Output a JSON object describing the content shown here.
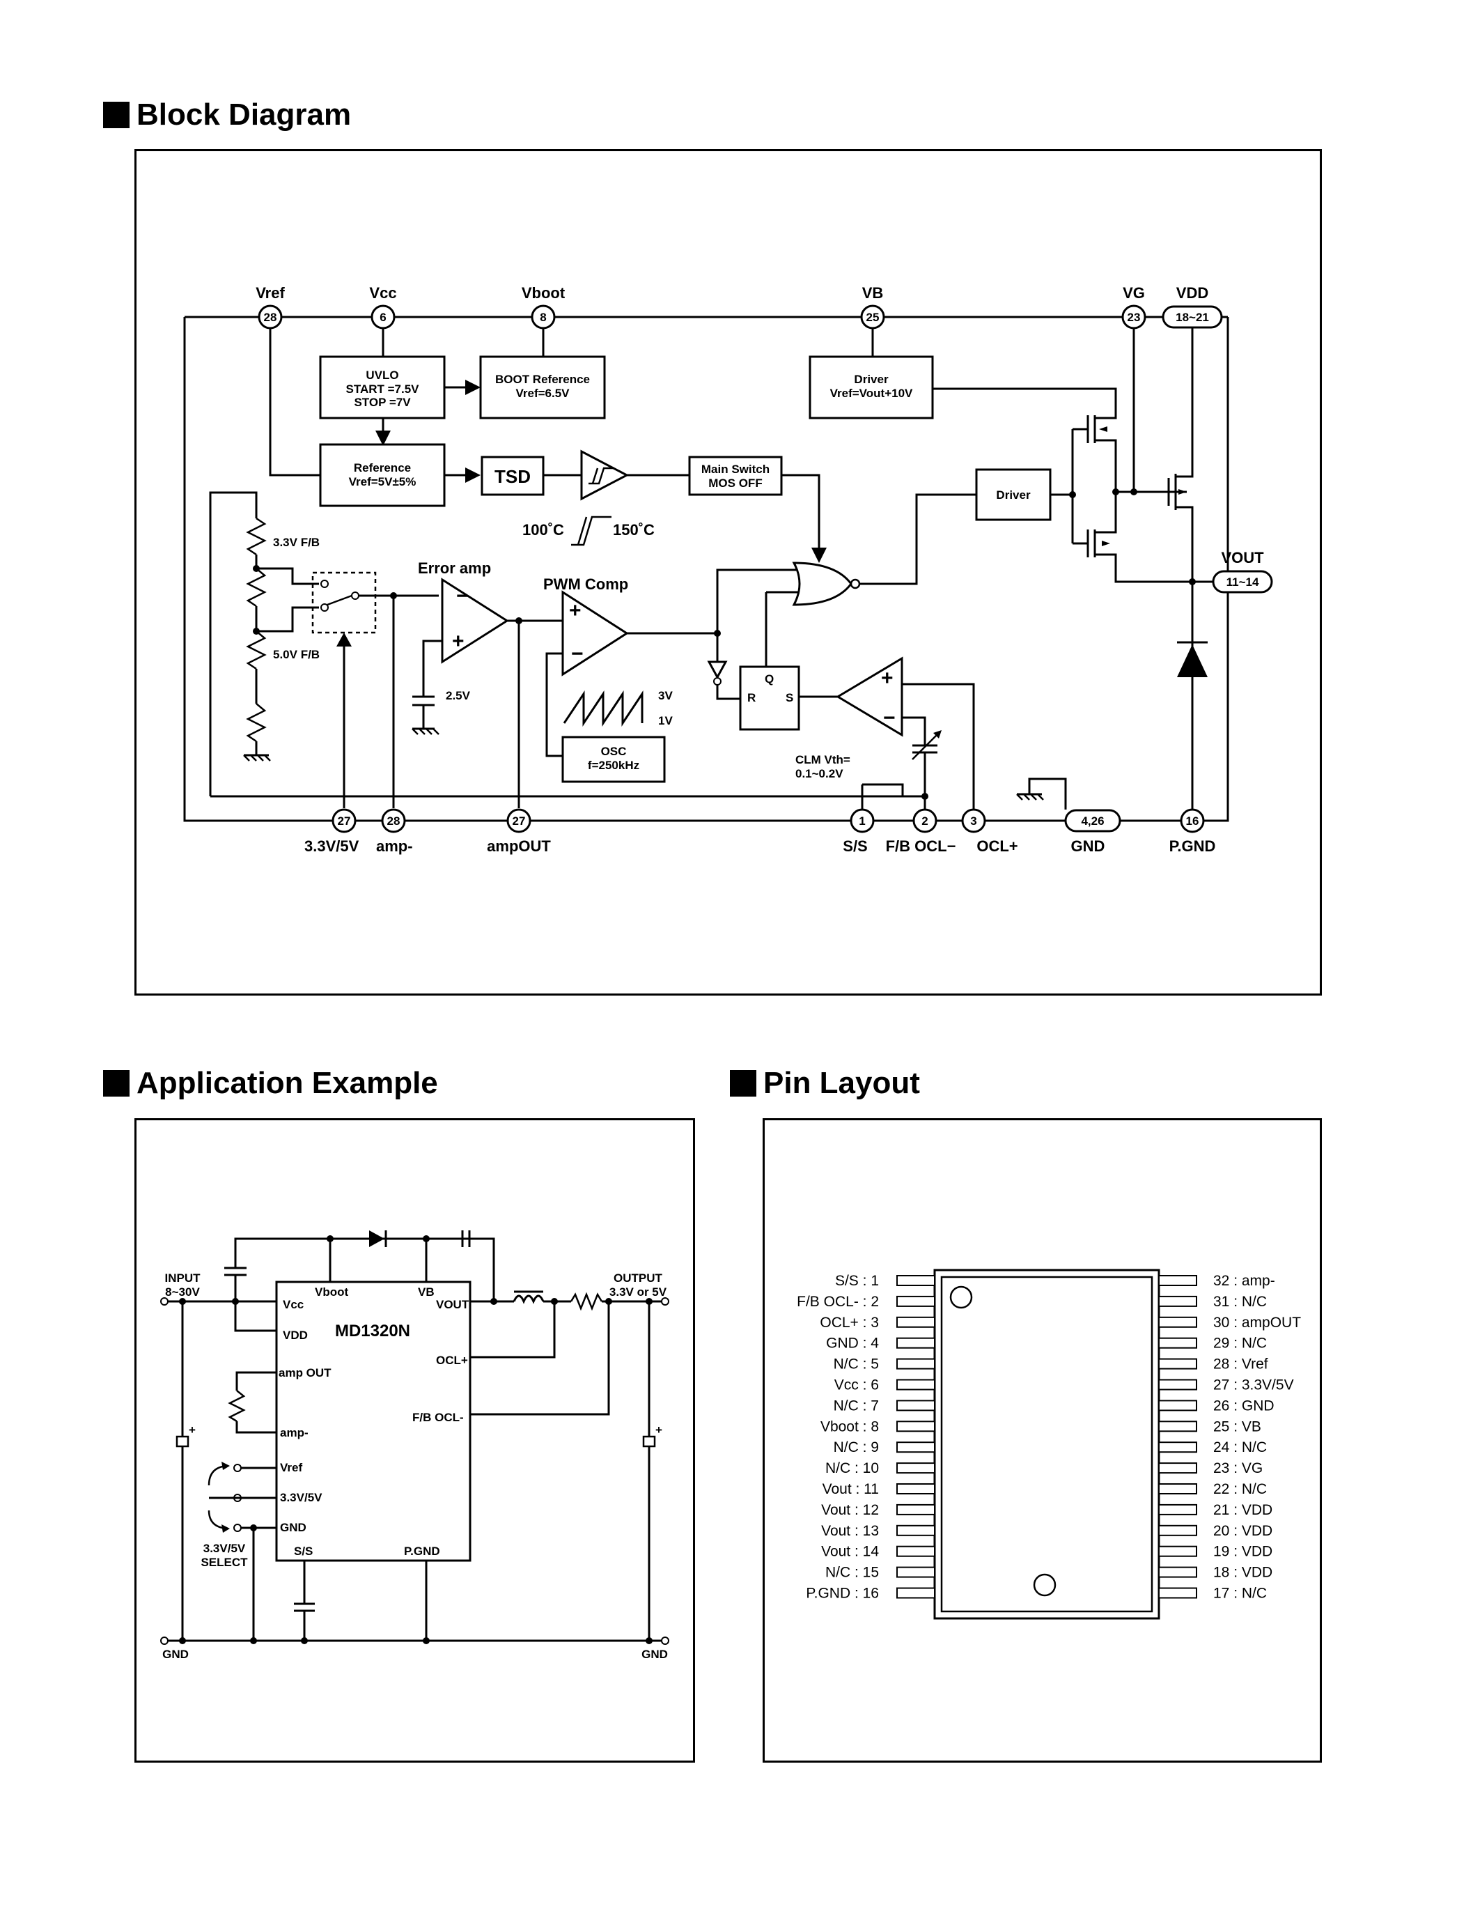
{
  "sections": {
    "block_diagram": "Block Diagram",
    "application_example": "Application Example",
    "pin_layout": "Pin Layout"
  },
  "block_diagram": {
    "top_pins": [
      {
        "label": "Vref",
        "num": "28"
      },
      {
        "label": "Vcc",
        "num": "6"
      },
      {
        "label": "Vboot",
        "num": "8"
      },
      {
        "label": "VB",
        "num": "25"
      },
      {
        "label": "VG",
        "num": "23"
      },
      {
        "label": "VDD",
        "num": "18~21"
      }
    ],
    "bottom_pins": [
      {
        "num": "27"
      },
      {
        "num": "28"
      },
      {
        "num": "27"
      },
      {
        "num": "1"
      },
      {
        "num": "2"
      },
      {
        "num": "3"
      },
      {
        "num": "4,26"
      },
      {
        "num": "16"
      }
    ],
    "bottom_labels": {
      "sel": "3.3V/5V",
      "amp": "amp-",
      "ampout": "ampOUT",
      "ss": "S/S",
      "fbocl": "F/B OCL−",
      "oclp": "OCL+",
      "gnd": "GND",
      "pgnd": "P.GND"
    },
    "vout": {
      "label": "VOUT",
      "num": "11~14"
    },
    "uvlo": [
      "UVLO",
      "START =7.5V",
      "STOP  =7V"
    ],
    "boot_ref": [
      "BOOT Reference",
      "Vref=6.5V"
    ],
    "driver_top": [
      "Driver",
      "Vref=Vout+10V"
    ],
    "reference": [
      "Reference",
      "Vref=5V±5%"
    ],
    "tsd": "TSD",
    "main_switch": [
      "Main Switch",
      "MOS OFF"
    ],
    "driver_mid": "Driver",
    "temp_low": "100˚C",
    "temp_high": "150˚C",
    "fb33": "3.3V F/B",
    "fb50": "5.0V F/B",
    "error_amp": "Error amp",
    "pwm_comp": "PWM Comp",
    "v25": "2.5V",
    "osc": [
      "OSC",
      "f=250kHz"
    ],
    "osc_hi": "3V",
    "osc_lo": "1V",
    "latch": {
      "q": "Q",
      "r": "R",
      "s": "S"
    },
    "clm": [
      "CLM Vth=",
      "0.1~0.2V"
    ],
    "plus": "+",
    "minus": "−"
  },
  "application": {
    "input": [
      "INPUT",
      "8~30V"
    ],
    "output": [
      "OUTPUT",
      "3.3V or 5V"
    ],
    "chip": "MD1320N",
    "pins": {
      "vboot": "Vboot",
      "vb": "VB",
      "vcc": "Vcc",
      "vdd": "VDD",
      "vout": "VOUT",
      "oclp": "OCL+",
      "fbocl": "F/B OCL-",
      "ampout": "amp OUT",
      "ampm": "amp-",
      "vref": "Vref",
      "sel": "3.3V/5V",
      "gnd": "GND",
      "ss": "S/S",
      "pgnd": "P.GND"
    },
    "select": [
      "3.3V/5V",
      "SELECT"
    ],
    "gnd_left": "GND",
    "gnd_right": "GND",
    "plus": "+"
  },
  "pin_layout": {
    "left": [
      "S/S : 1",
      "F/B OCL- : 2",
      "OCL+ : 3",
      "GND : 4",
      "N/C : 5",
      "Vcc : 6",
      "N/C : 7",
      "Vboot : 8",
      "N/C : 9",
      "N/C : 10",
      "Vout : 11",
      "Vout : 12",
      "Vout : 13",
      "Vout : 14",
      "N/C : 15",
      "P.GND : 16"
    ],
    "right": [
      "32 : amp-",
      "31 : N/C",
      "30 : ampOUT",
      "29 : N/C",
      "28 : Vref",
      "27 : 3.3V/5V",
      "26 : GND",
      "25 : VB",
      "24 : N/C",
      "23 : VG",
      "22 : N/C",
      "21 : VDD",
      "20 : VDD",
      "19 : VDD",
      "18 : VDD",
      "17 : N/C"
    ]
  }
}
